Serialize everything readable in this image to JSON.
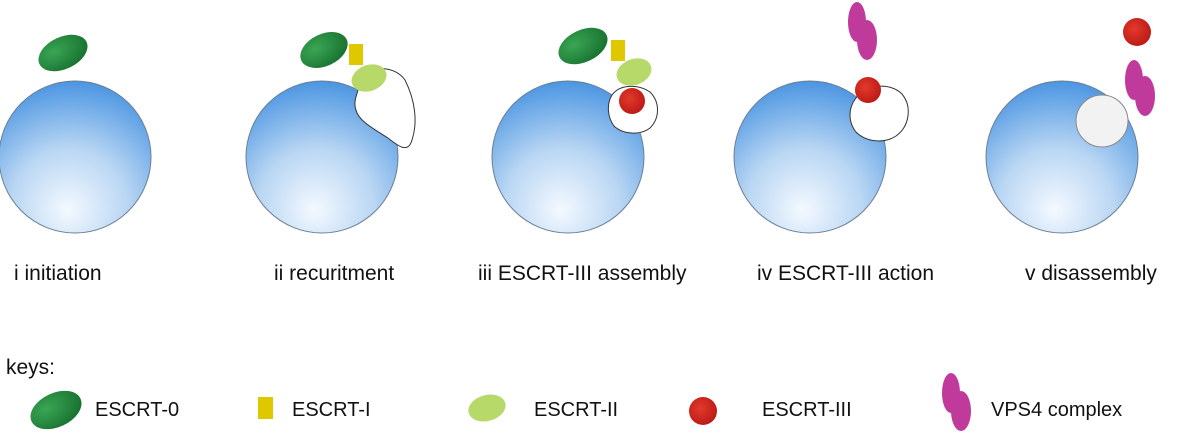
{
  "stages": [
    {
      "label": "i initiation"
    },
    {
      "label": "ii recuritment"
    },
    {
      "label": "iii ESCRT-III assembly"
    },
    {
      "label": "iv ESCRT-III action"
    },
    {
      "label": "v disassembly"
    }
  ],
  "keys": {
    "title": "keys:",
    "items": [
      {
        "label": "ESCRT-0",
        "color": "#1f8a3a",
        "icon": "dark-green-ellipse"
      },
      {
        "label": "ESCRT-I",
        "color": "#e0c800",
        "icon": "yellow-square"
      },
      {
        "label": "ESCRT-II",
        "color": "#b7d96a",
        "icon": "light-green-ellipse"
      },
      {
        "label": "ESCRT-III",
        "color": "#cc1f1f",
        "icon": "red-circle"
      },
      {
        "label": "VPS4 complex",
        "color": "#c03a9c",
        "icon": "magenta-lobes"
      }
    ]
  },
  "colors": {
    "membrane_light": "#eef6fd",
    "membrane_dark": "#3f8ee0",
    "vesicle": "#f2f2f2"
  }
}
